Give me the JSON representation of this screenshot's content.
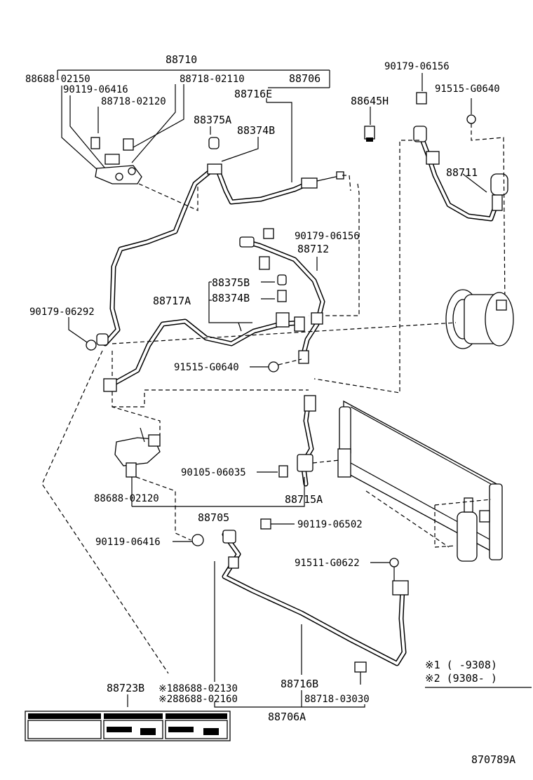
{
  "labels": {
    "p88710": "88710",
    "p88688_02150": "88688-02150",
    "p88718_02110": "88718-02110",
    "p88706": "88706",
    "p90119_06416_top": "90119-06416",
    "p88718_02120": "88718-02120",
    "p88716E": "88716E",
    "p88645H": "88645H",
    "p88375A": "88375A",
    "p88374B": "88374B",
    "p90179_06156_top": "90179-06156",
    "p91515_G0640_top": "91515-G0640",
    "p88711": "88711",
    "p90179_06156_mid": "90179-06156",
    "p88712": "88712",
    "p88375B": "88375B",
    "p88717A": "88717A",
    "p88374B_2": "88374B",
    "p90179_06292": "90179-06292",
    "p91515_G0640_mid": "91515-G0640",
    "p90105_06035": "90105-06035",
    "p88688_02120": "88688-02120",
    "p88715A": "88715A",
    "p88705": "88705",
    "p90119_06502": "90119-06502",
    "p90119_06416_low": "90119-06416",
    "p91511_G0622": "91511-G0622",
    "p88723B": "88723B",
    "p88686_02130": "※188688-02130",
    "p88686_02160": "※288688-02160",
    "p88716B": "88716B",
    "p88718_03030": "88718-03030",
    "p88706A": "88706A",
    "legend1": "※1 (    -9308)",
    "legend2": "※2 (9308-     )",
    "diagram_code": "870789A"
  },
  "icons": {
    "compressor": "compressor-icon",
    "condenser": "condenser-icon",
    "label_plate": "caution-label-icon"
  }
}
